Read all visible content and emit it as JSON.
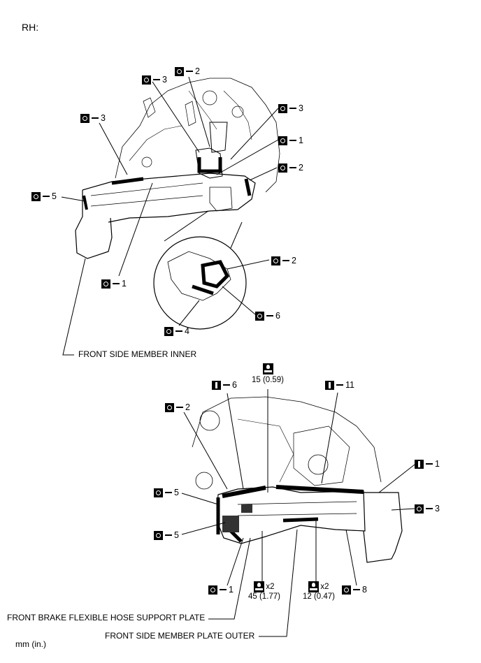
{
  "header": {
    "label": "RH:"
  },
  "labels": {
    "front_side_member_inner": "FRONT SIDE MEMBER INNER",
    "front_brake_hose_plate": "FRONT BRAKE FLEXIBLE HOSE SUPPORT PLATE",
    "front_side_member_plate_outer": "FRONT SIDE MEMBER PLATE OUTER",
    "units": "mm (in.)"
  },
  "callouts_top": [
    {
      "sym": "O",
      "text": "3"
    },
    {
      "sym": "O",
      "text": "2"
    },
    {
      "sym": "O",
      "text": "3"
    },
    {
      "sym": "O",
      "text": "3"
    },
    {
      "sym": "O",
      "text": "1"
    },
    {
      "sym": "O",
      "text": "2"
    },
    {
      "sym": "O",
      "text": "5"
    },
    {
      "sym": "O",
      "text": "1"
    },
    {
      "sym": "O",
      "text": "2"
    },
    {
      "sym": "O",
      "text": "6"
    },
    {
      "sym": "O",
      "text": "4"
    }
  ],
  "callouts_bottom": [
    {
      "sym": "I",
      "text": "6"
    },
    {
      "sym": "I",
      "text": "11"
    },
    {
      "sym": "O",
      "text": "2"
    },
    {
      "sym": "I",
      "text": "1"
    },
    {
      "sym": "O",
      "text": "5"
    },
    {
      "sym": "O",
      "text": "3"
    },
    {
      "sym": "O",
      "text": "5"
    },
    {
      "sym": "O",
      "text": "1"
    },
    {
      "sym": "O",
      "text": "8"
    }
  ],
  "torques": [
    {
      "value": "15 (0.59)",
      "mult": ""
    },
    {
      "value": "45 (1.77)",
      "mult": "x2"
    },
    {
      "value": "12 (0.47)",
      "mult": "x2"
    }
  ]
}
